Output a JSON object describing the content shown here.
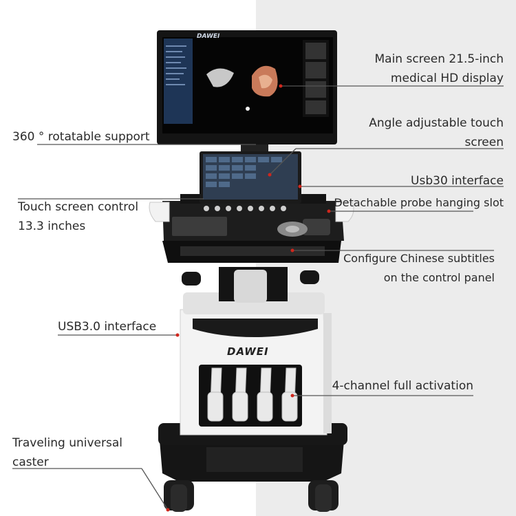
{
  "brand": {
    "name": "DAWEI"
  },
  "callouts": {
    "main_screen": [
      "Main screen 21.5-inch",
      "medical HD display"
    ],
    "rotatable_support": "360 ° rotatable support",
    "angle_touch": [
      "Angle adjustable touch",
      "screen"
    ],
    "usb30": "Usb30 interface",
    "touch_screen": [
      "Touch screen control",
      "13.3 inches"
    ],
    "probe_slot": "Detachable probe hanging slot",
    "chinese_subtitles": [
      "Configure Chinese subtitles",
      "on the control panel"
    ],
    "usb3": "USB3.0 interface",
    "channels": "4-channel full activation",
    "caster": [
      "Traveling universal",
      "caster"
    ]
  },
  "colors": {
    "leader_line": "#555555",
    "dot": "#d0271d",
    "device_white": "#f4f4f4",
    "device_black": "#1b1b1b"
  }
}
